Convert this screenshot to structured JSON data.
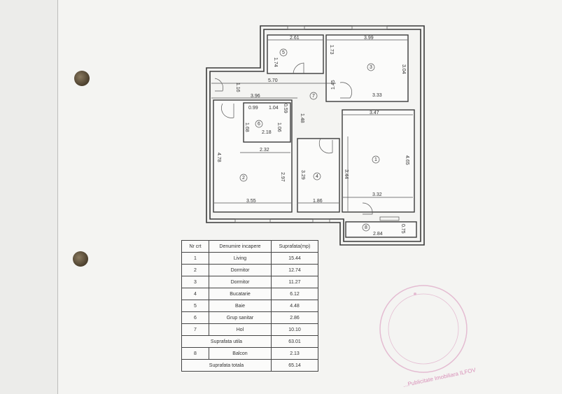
{
  "rooms": [
    {
      "num": "1"
    },
    {
      "num": "2"
    },
    {
      "num": "3"
    },
    {
      "num": "4"
    },
    {
      "num": "5"
    },
    {
      "num": "6"
    },
    {
      "num": "7"
    },
    {
      "num": "8"
    }
  ],
  "dimensions": {
    "d261": "2.61",
    "d399": "3.99",
    "d174": "1.74",
    "d173": "1.73",
    "d304": "3.04",
    "d570": "5.70",
    "d116": "1.16",
    "d145": "1.45",
    "d333": "3.33",
    "d396": "3.96",
    "d099": "0.99",
    "d104": "1.04",
    "d059": "0.59",
    "d347": "3.47",
    "d168": "1.68",
    "d218": "2.18",
    "d106": "1.06",
    "d148": "1.48",
    "d232": "2.32",
    "d478": "4.78",
    "d297": "2.97",
    "d329": "3.29",
    "d344": "3.44",
    "d465": "4.65",
    "d355": "3.55",
    "d186": "1.86",
    "d332": "3.32",
    "d284": "2.84",
    "d075": "0.75"
  },
  "table": {
    "headers": [
      "Nr crt",
      "Denumire incapere",
      "Suprafata(mp)"
    ],
    "rows": [
      [
        "1",
        "Living",
        "15.44"
      ],
      [
        "2",
        "Dormitor",
        "12.74"
      ],
      [
        "3",
        "Dormitor",
        "11.27"
      ],
      [
        "4",
        "Bucatarie",
        "6.12"
      ],
      [
        "5",
        "Baie",
        "4.48"
      ],
      [
        "6",
        "Grup sanitar",
        "2.86"
      ],
      [
        "7",
        "Hol",
        "10.10"
      ]
    ],
    "util": {
      "label": "Suprafata utila",
      "value": "63.01"
    },
    "balcon": [
      "8",
      "Balcon",
      "2.13"
    ],
    "total": {
      "label": "Suprafata totala",
      "value": "65.14"
    }
  },
  "stamp": {
    "text": "...Publicitate Imobiliara ILFOV",
    "color": "#d890b8"
  }
}
